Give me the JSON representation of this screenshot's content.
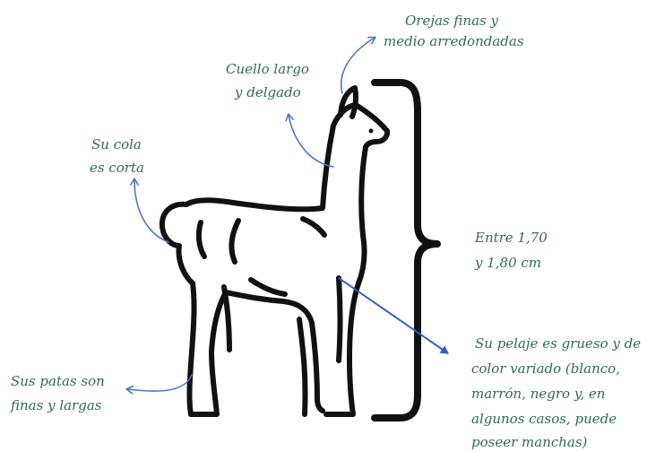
{
  "labels": {
    "ears_line1": "Orejas finas y",
    "ears_line2": "medio arredondadas",
    "neck_line1": "Cuello largo",
    "neck_line2": "y delgado",
    "tail_line1": "Su cola",
    "tail_line2": "es corta",
    "height_line1": "Entre 1,70",
    "height_line2": "y 1,80 cm",
    "legs_line1": "Sus patas son",
    "legs_line2": "finas y largas",
    "coat_line1": "Su pelaje es grueso y de",
    "coat_line2": "color variado (blanco,",
    "coat_line3": "marrón, negro y, en",
    "coat_line4": "algunos casos, puede",
    "coat_line5": "poseer manchas)"
  },
  "colors": {
    "label_text": "#2e6b57",
    "arrow": "#4a78c8",
    "outline": "#111111"
  },
  "icons": [
    "llama-illustration",
    "height-brace"
  ]
}
